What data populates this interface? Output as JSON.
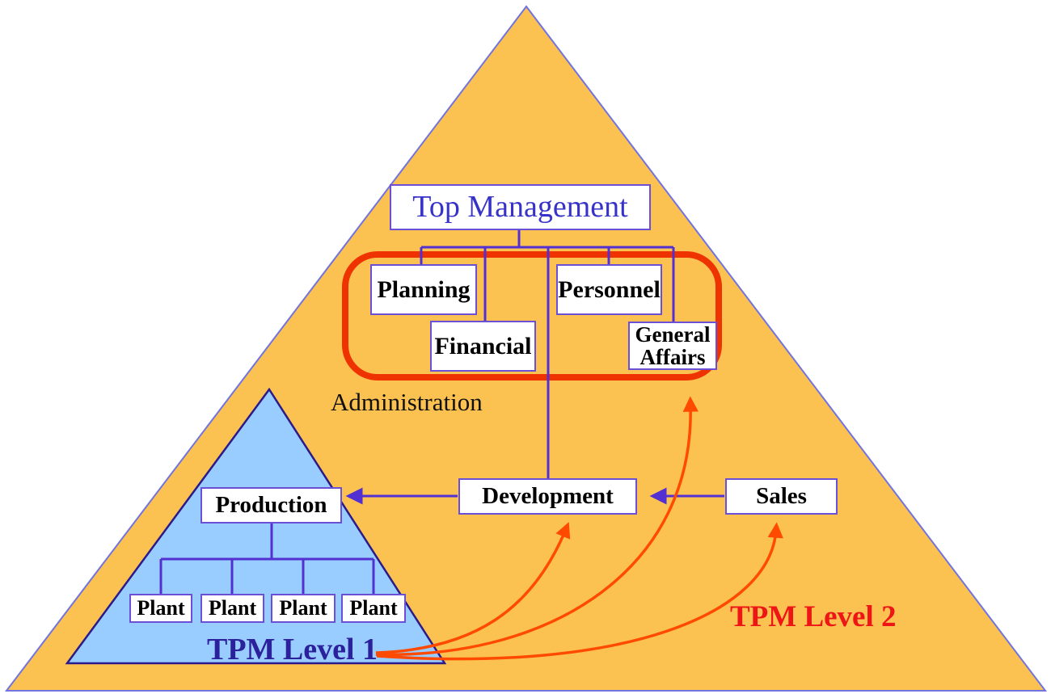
{
  "diagram": {
    "nodes": {
      "top_management": "Top Management",
      "planning": "Planning",
      "financial": "Financial",
      "personnel": "Personnel",
      "general_affairs": "General Affairs",
      "development": "Development",
      "sales": "Sales",
      "production": "Production",
      "plants": [
        "Plant",
        "Plant",
        "Plant",
        "Plant"
      ]
    },
    "labels": {
      "administration": "Administration",
      "tpm_level_1": "TPM Level 1",
      "tpm_level_2": "TPM Level 2"
    },
    "colors": {
      "pyramid_fill": "#FCC251",
      "pyramid_border": "#7173E0",
      "production_triangle_fill": "#99CCFF",
      "production_triangle_border": "#2A1A8C",
      "box_border": "#6B4FD6",
      "connector_line": "#5330D2",
      "admin_highlight_ring": "#EE3300",
      "tpm_curve_arrow": "#FF4A00",
      "top_management_text": "#3733C9",
      "tpm_level_1_text": "#2B219C",
      "tpm_level_2_text": "#ED1515",
      "box_text": "#000000"
    },
    "relations": {
      "top_management_children": [
        "Planning",
        "Financial",
        "Personnel",
        "General Affairs",
        "Development"
      ],
      "production_children": [
        "Plant",
        "Plant",
        "Plant",
        "Plant"
      ],
      "straight_arrows": [
        "Sales to Development",
        "Development to Production"
      ],
      "tpm_level_1_curved_arrows_to": [
        "Development",
        "General Affairs",
        "Sales"
      ]
    }
  }
}
